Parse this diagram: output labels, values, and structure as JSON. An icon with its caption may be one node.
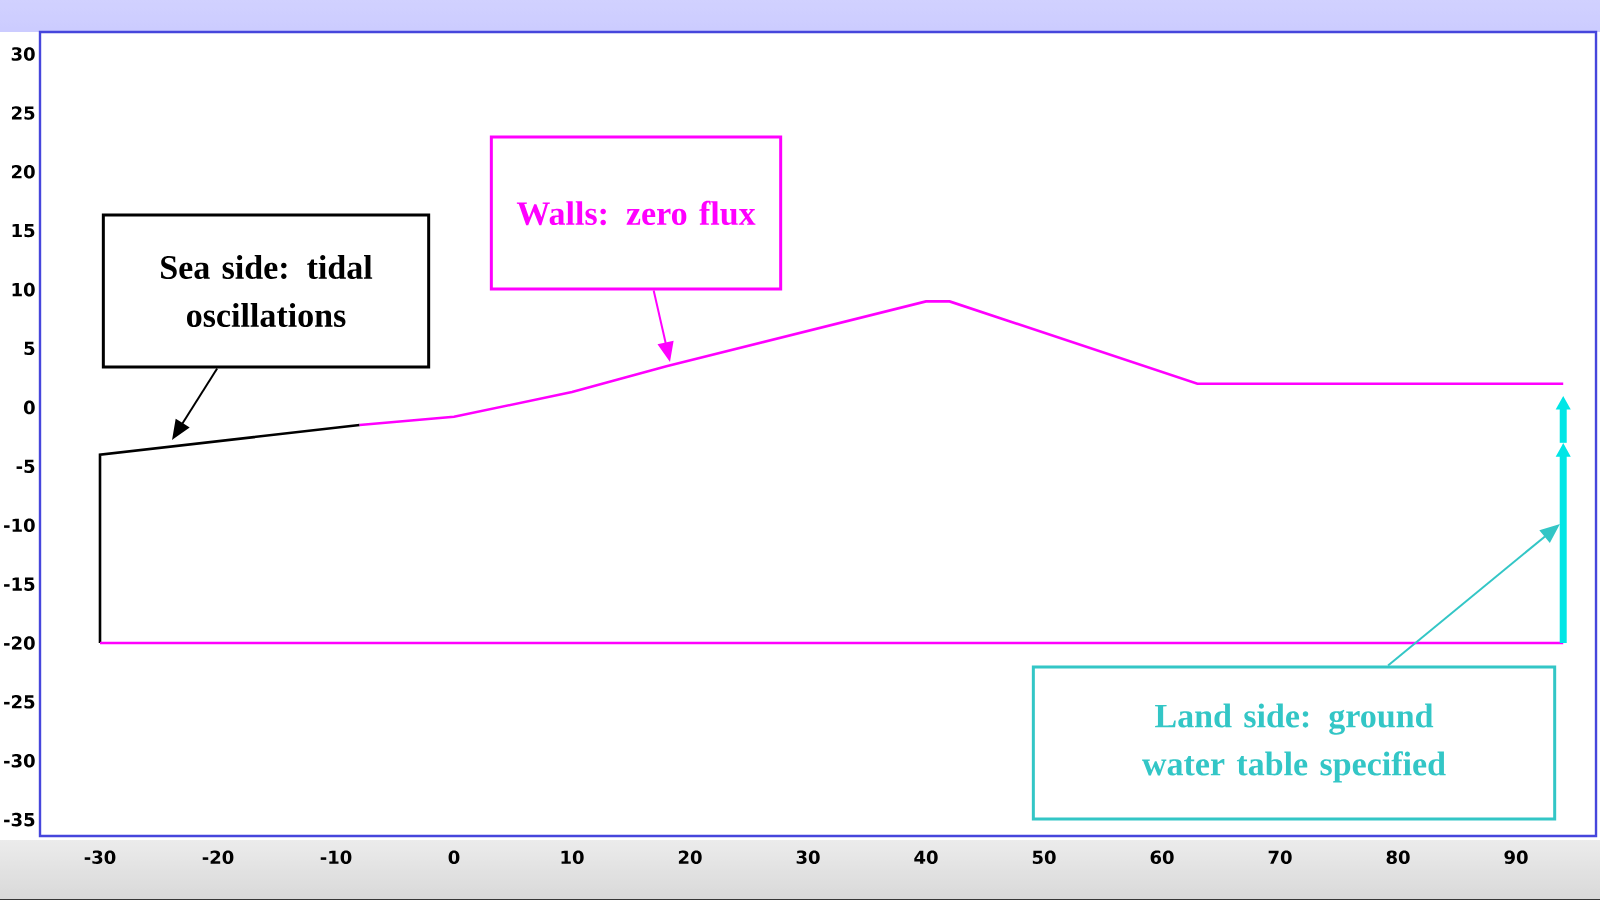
{
  "diagram": {
    "nodes": [
      {
        "text": [
          "Sea side: tidal oscillations"
        ]
      },
      {
        "text": [
          "Walls: zero flux"
        ]
      },
      {
        "text": [
          "Land side: ground water table specified"
        ]
      }
    ],
    "edges": [
      {
        "from": 0,
        "to": null,
        "arrow": "to"
      },
      {
        "from": 1,
        "to": null,
        "arrow": "to",
        "color": "#ff00ff"
      },
      {
        "from": 2,
        "to": null,
        "arrow": "to",
        "color": "#33c6c6"
      }
    ],
    "labels": [
      "30",
      "25",
      "20",
      "15",
      "10",
      "5",
      "0",
      "-5",
      "-10",
      "-15",
      "-20",
      "-25",
      "-30",
      "-35",
      "-30",
      "-20",
      "-10",
      "0",
      "10",
      "20",
      "30",
      "40",
      "50",
      "60",
      "70",
      "80",
      "90"
    ]
  }
}
